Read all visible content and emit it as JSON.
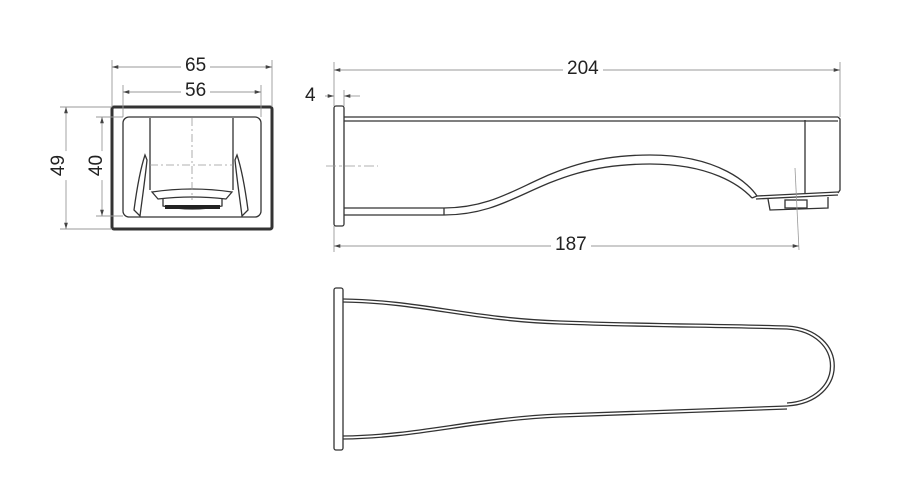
{
  "drawing": {
    "type": "technical dimension drawing",
    "subject": "wall-mounted bath spout",
    "views": [
      "front-view",
      "side-view",
      "top-view"
    ],
    "units": "mm",
    "line_color": "#333333",
    "dim_line_color": "#999999"
  },
  "dimensions": {
    "front_width_outer": "65",
    "front_width_inner": "56",
    "front_height_outer": "49",
    "front_height_inner": "40",
    "flange_thickness": "4",
    "total_length": "204",
    "outlet_projection": "187"
  }
}
